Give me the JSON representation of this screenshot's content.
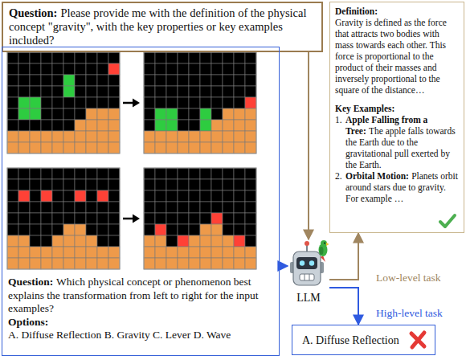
{
  "diagram": {
    "nodes": [
      {
        "text": [
          "Question:",
          "Please provide me with the definition of the physical concept \"gravity\", with the key properties or key examples included?"
        ]
      },
      {
        "text": [
          "Definition:",
          "Gravity is defined as the force that attracts two bodies with mass towards each other. This force is proportional to the product of their masses and inversely proportional to the square of the distance…",
          "Key Examples:",
          "1.",
          "Apple Falling from a Tree:",
          "The apple falls towards the Earth due to the gravitational pull exerted by the Earth.",
          "2.",
          "Orbital Motion:",
          "Planets orbit around stars due to gravity. For example …"
        ]
      },
      {
        "text": [
          "Question:",
          "Which physical concept or phenomenon best explains the transformation from left to right for the input examples?",
          "Options:",
          "A. Diffuse Reflection B. Gravity C. Lever D. Wave"
        ]
      },
      {
        "text": [
          "LLM"
        ]
      },
      {
        "text": [
          "A. Diffuse Reflection"
        ]
      }
    ],
    "edges": [
      {
        "from": 0,
        "to": 3,
        "arrow": "to"
      },
      {
        "from": 2,
        "to": 3,
        "arrow": "to"
      },
      {
        "from": 3,
        "to": 1,
        "label": "Low-level task",
        "arrow": "to"
      },
      {
        "from": 3,
        "to": 4,
        "label": "High-level task",
        "arrow": "to"
      }
    ]
  }
}
